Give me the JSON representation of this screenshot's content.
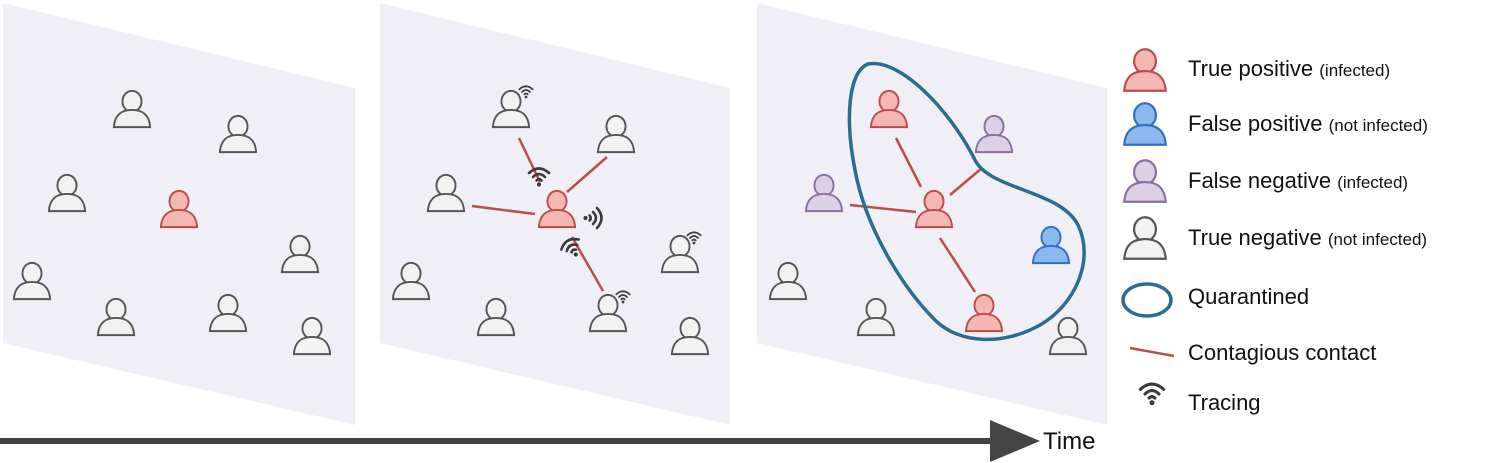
{
  "time_label": "Time",
  "legend": {
    "true_positive": {
      "label": "True positive",
      "note": "(infected)",
      "color": "#f5b7b1",
      "stroke": "#b94d4d"
    },
    "false_positive": {
      "label": "False positive",
      "note": "(not infected)",
      "color": "#8db8ee",
      "stroke": "#2f6fc7"
    },
    "false_negative": {
      "label": "False negative",
      "note": "(infected)",
      "color": "#dcd0e6",
      "stroke": "#8a6f9e"
    },
    "true_negative": {
      "label": "True negative",
      "note": "(not infected)",
      "color": "#f2f2f2",
      "stroke": "#555555"
    },
    "quarantined": {
      "label": "Quarantined",
      "color": "#2a6e8f"
    },
    "contagious_contact": {
      "label": "Contagious contact",
      "color": "#b94d4d"
    },
    "tracing": {
      "label": "Tracing",
      "icon": "wifi-icon"
    }
  },
  "panel_color": "#f0eff6"
}
